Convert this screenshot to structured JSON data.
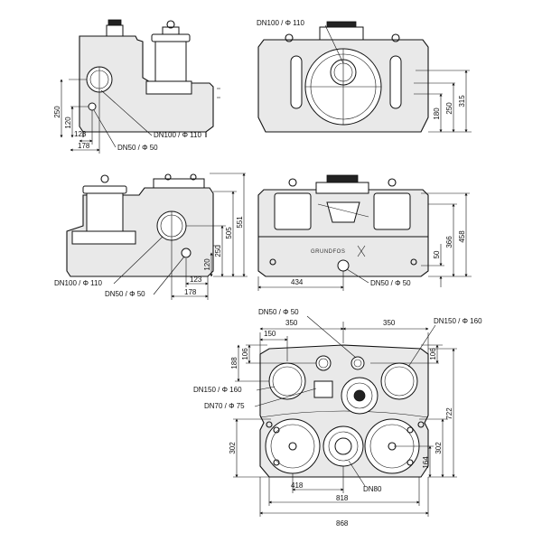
{
  "brand": "GRUNDFOS",
  "view_top_left": {
    "label_dn100": "DN100 /  Φ 110",
    "label_inlet": "DN100 /  Φ 110",
    "label_dn50": "DN50 /  Φ 50",
    "dim_250": "250",
    "dim_120": "120",
    "dim_123": "123",
    "dim_178": "178"
  },
  "view_top_right": {
    "label_dn100": "DN100 /   Φ 110",
    "dim_180": "180",
    "dim_250": "250",
    "dim_315": "315"
  },
  "view_mid_left": {
    "label_dn100": "DN100 /  Φ 110",
    "label_dn50": "DN50 /  Φ 50",
    "dim_551": "551",
    "dim_505": "505",
    "dim_250": "250",
    "dim_120": "120",
    "dim_123": "123",
    "dim_178": "178"
  },
  "view_mid_right": {
    "dim_434": "434",
    "label_dn50": "DN50 /  Φ 50",
    "dim_458": "458",
    "dim_366": "366",
    "dim_50": "50"
  },
  "view_bottom": {
    "label_dn50": "DN50 /  Φ 50",
    "label_dn150_top": "DN150 /  Φ 160",
    "label_dn150_left": "DN150 /  Φ 160",
    "label_dn70": "DN70 /  Φ 75",
    "label_dn80": "DN80",
    "dim_350_left": "350",
    "dim_350_right": "350",
    "dim_150": "150",
    "dim_106_left": "106",
    "dim_106_right": "106",
    "dim_188": "188",
    "dim_722": "722",
    "dim_302_left": "302",
    "dim_302_right": "302",
    "dim_164": "164",
    "dim_418": "418",
    "dim_818": "818",
    "dim_868": "868"
  }
}
